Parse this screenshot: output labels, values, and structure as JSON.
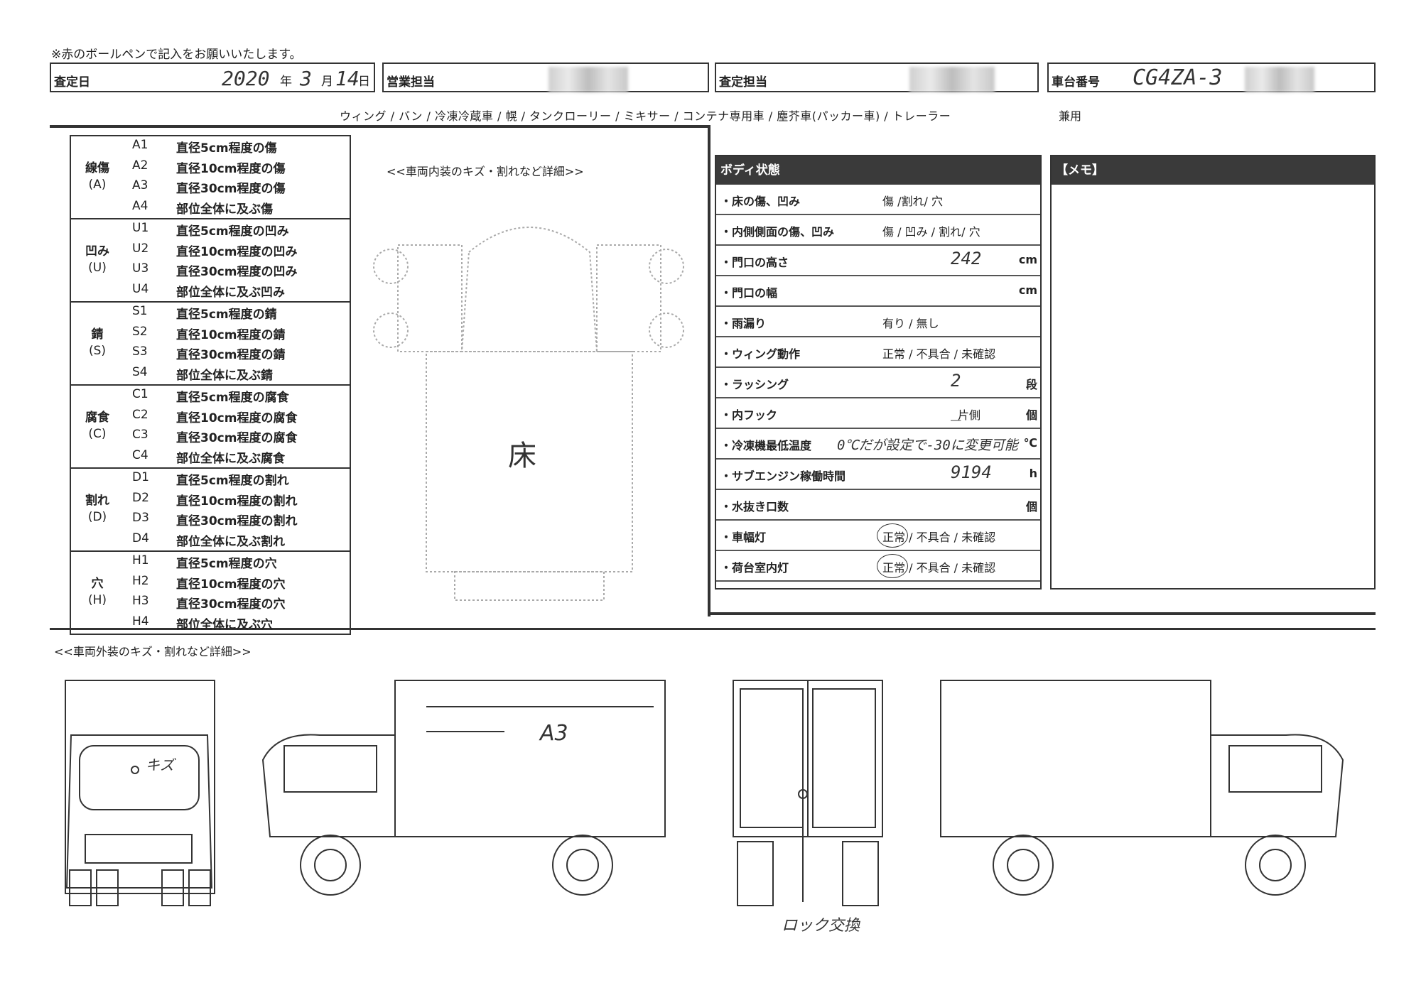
{
  "note": "※赤のボールペンで記入をお願いいたします。",
  "header": {
    "date_label": "査定日",
    "year": "2020",
    "year_unit": "年",
    "month": "3",
    "month_unit": "月",
    "day": "14",
    "day_unit": "日",
    "sales_label": "営業担当",
    "assessor_label": "査定担当",
    "chassis_label": "車台番号",
    "chassis_value": "CG4ZA-3"
  },
  "vehicle_types": "ウィング / バン / 冷凍冷蔵車 / 幌 / タンクローリー / ミキサー / コンテナ専用車 / 塵芥車(パッカー車) / トレーラー",
  "vehicle_types_extra": "兼用",
  "legend": [
    {
      "cat": "線傷",
      "code": "(A)",
      "rows": [
        [
          "A1",
          "直径5cm程度の傷"
        ],
        [
          "A2",
          "直径10cm程度の傷"
        ],
        [
          "A3",
          "直径30cm程度の傷"
        ],
        [
          "A4",
          "部位全体に及ぶ傷"
        ]
      ]
    },
    {
      "cat": "凹み",
      "code": "(U)",
      "rows": [
        [
          "U1",
          "直径5cm程度の凹み"
        ],
        [
          "U2",
          "直径10cm程度の凹み"
        ],
        [
          "U3",
          "直径30cm程度の凹み"
        ],
        [
          "U4",
          "部位全体に及ぶ凹み"
        ]
      ]
    },
    {
      "cat": "錆",
      "code": "(S)",
      "rows": [
        [
          "S1",
          "直径5cm程度の錆"
        ],
        [
          "S2",
          "直径10cm程度の錆"
        ],
        [
          "S3",
          "直径30cm程度の錆"
        ],
        [
          "S4",
          "部位全体に及ぶ錆"
        ]
      ]
    },
    {
      "cat": "腐食",
      "code": "(C)",
      "rows": [
        [
          "C1",
          "直径5cm程度の腐食"
        ],
        [
          "C2",
          "直径10cm程度の腐食"
        ],
        [
          "C3",
          "直径30cm程度の腐食"
        ],
        [
          "C4",
          "部位全体に及ぶ腐食"
        ]
      ]
    },
    {
      "cat": "割れ",
      "code": "(D)",
      "rows": [
        [
          "D1",
          "直径5cm程度の割れ"
        ],
        [
          "D2",
          "直径10cm程度の割れ"
        ],
        [
          "D3",
          "直径30cm程度の割れ"
        ],
        [
          "D4",
          "部位全体に及ぶ割れ"
        ]
      ]
    },
    {
      "cat": "穴",
      "code": "(H)",
      "rows": [
        [
          "H1",
          "直径5cm程度の穴"
        ],
        [
          "H2",
          "直径10cm程度の穴"
        ],
        [
          "H3",
          "直径30cm程度の穴"
        ],
        [
          "H4",
          "部位全体に及ぶ穴"
        ]
      ]
    }
  ],
  "interior_title": "<<車両内装のキズ・割れなど詳細>>",
  "floor_label": "床",
  "body_condition": {
    "title": "ボディ状態",
    "rows": [
      {
        "label": "・床の傷、凹み",
        "options": "傷 /割れ/ 穴",
        "unit": "",
        "value": ""
      },
      {
        "label": "・内側側面の傷、凹み",
        "options": "傷 / 凹み / 割れ/ 穴",
        "unit": "",
        "value": ""
      },
      {
        "label": "・門口の高さ",
        "options": "",
        "unit": "cm",
        "value": "242"
      },
      {
        "label": "・門口の幅",
        "options": "",
        "unit": "cm",
        "value": ""
      },
      {
        "label": "・雨漏り",
        "options": "有り / 無し",
        "unit": "",
        "value": ""
      },
      {
        "label": "・ウィング動作",
        "options": "正常 / 不具合 / 未確認",
        "unit": "",
        "value": ""
      },
      {
        "label": "・ラッシング",
        "options": "",
        "unit": "段",
        "value": "2"
      },
      {
        "label": "・内フック",
        "options": "片側",
        "unit": "個",
        "value": "_"
      },
      {
        "label": "・冷凍機最低温度",
        "options": "",
        "unit": "℃",
        "value": "0℃だが設定で-30に変更可能"
      },
      {
        "label": "・サブエンジン稼働時間",
        "options": "",
        "unit": "h",
        "value": "9194"
      },
      {
        "label": "・水抜き口数",
        "options": "",
        "unit": "個",
        "value": ""
      },
      {
        "label": "・車幅灯",
        "options": "正常 / 不具合 / 未確認",
        "unit": "",
        "value": ""
      },
      {
        "label": "・荷台室内灯",
        "options": "正常 / 不具合 / 未確認",
        "unit": "",
        "value": ""
      }
    ]
  },
  "memo_title": "【メモ】",
  "exterior_title": "<<車両外装のキズ・割れなど詳細>>",
  "annotations": {
    "front": "キズ",
    "side": "A3",
    "rear": "ロック交換"
  }
}
